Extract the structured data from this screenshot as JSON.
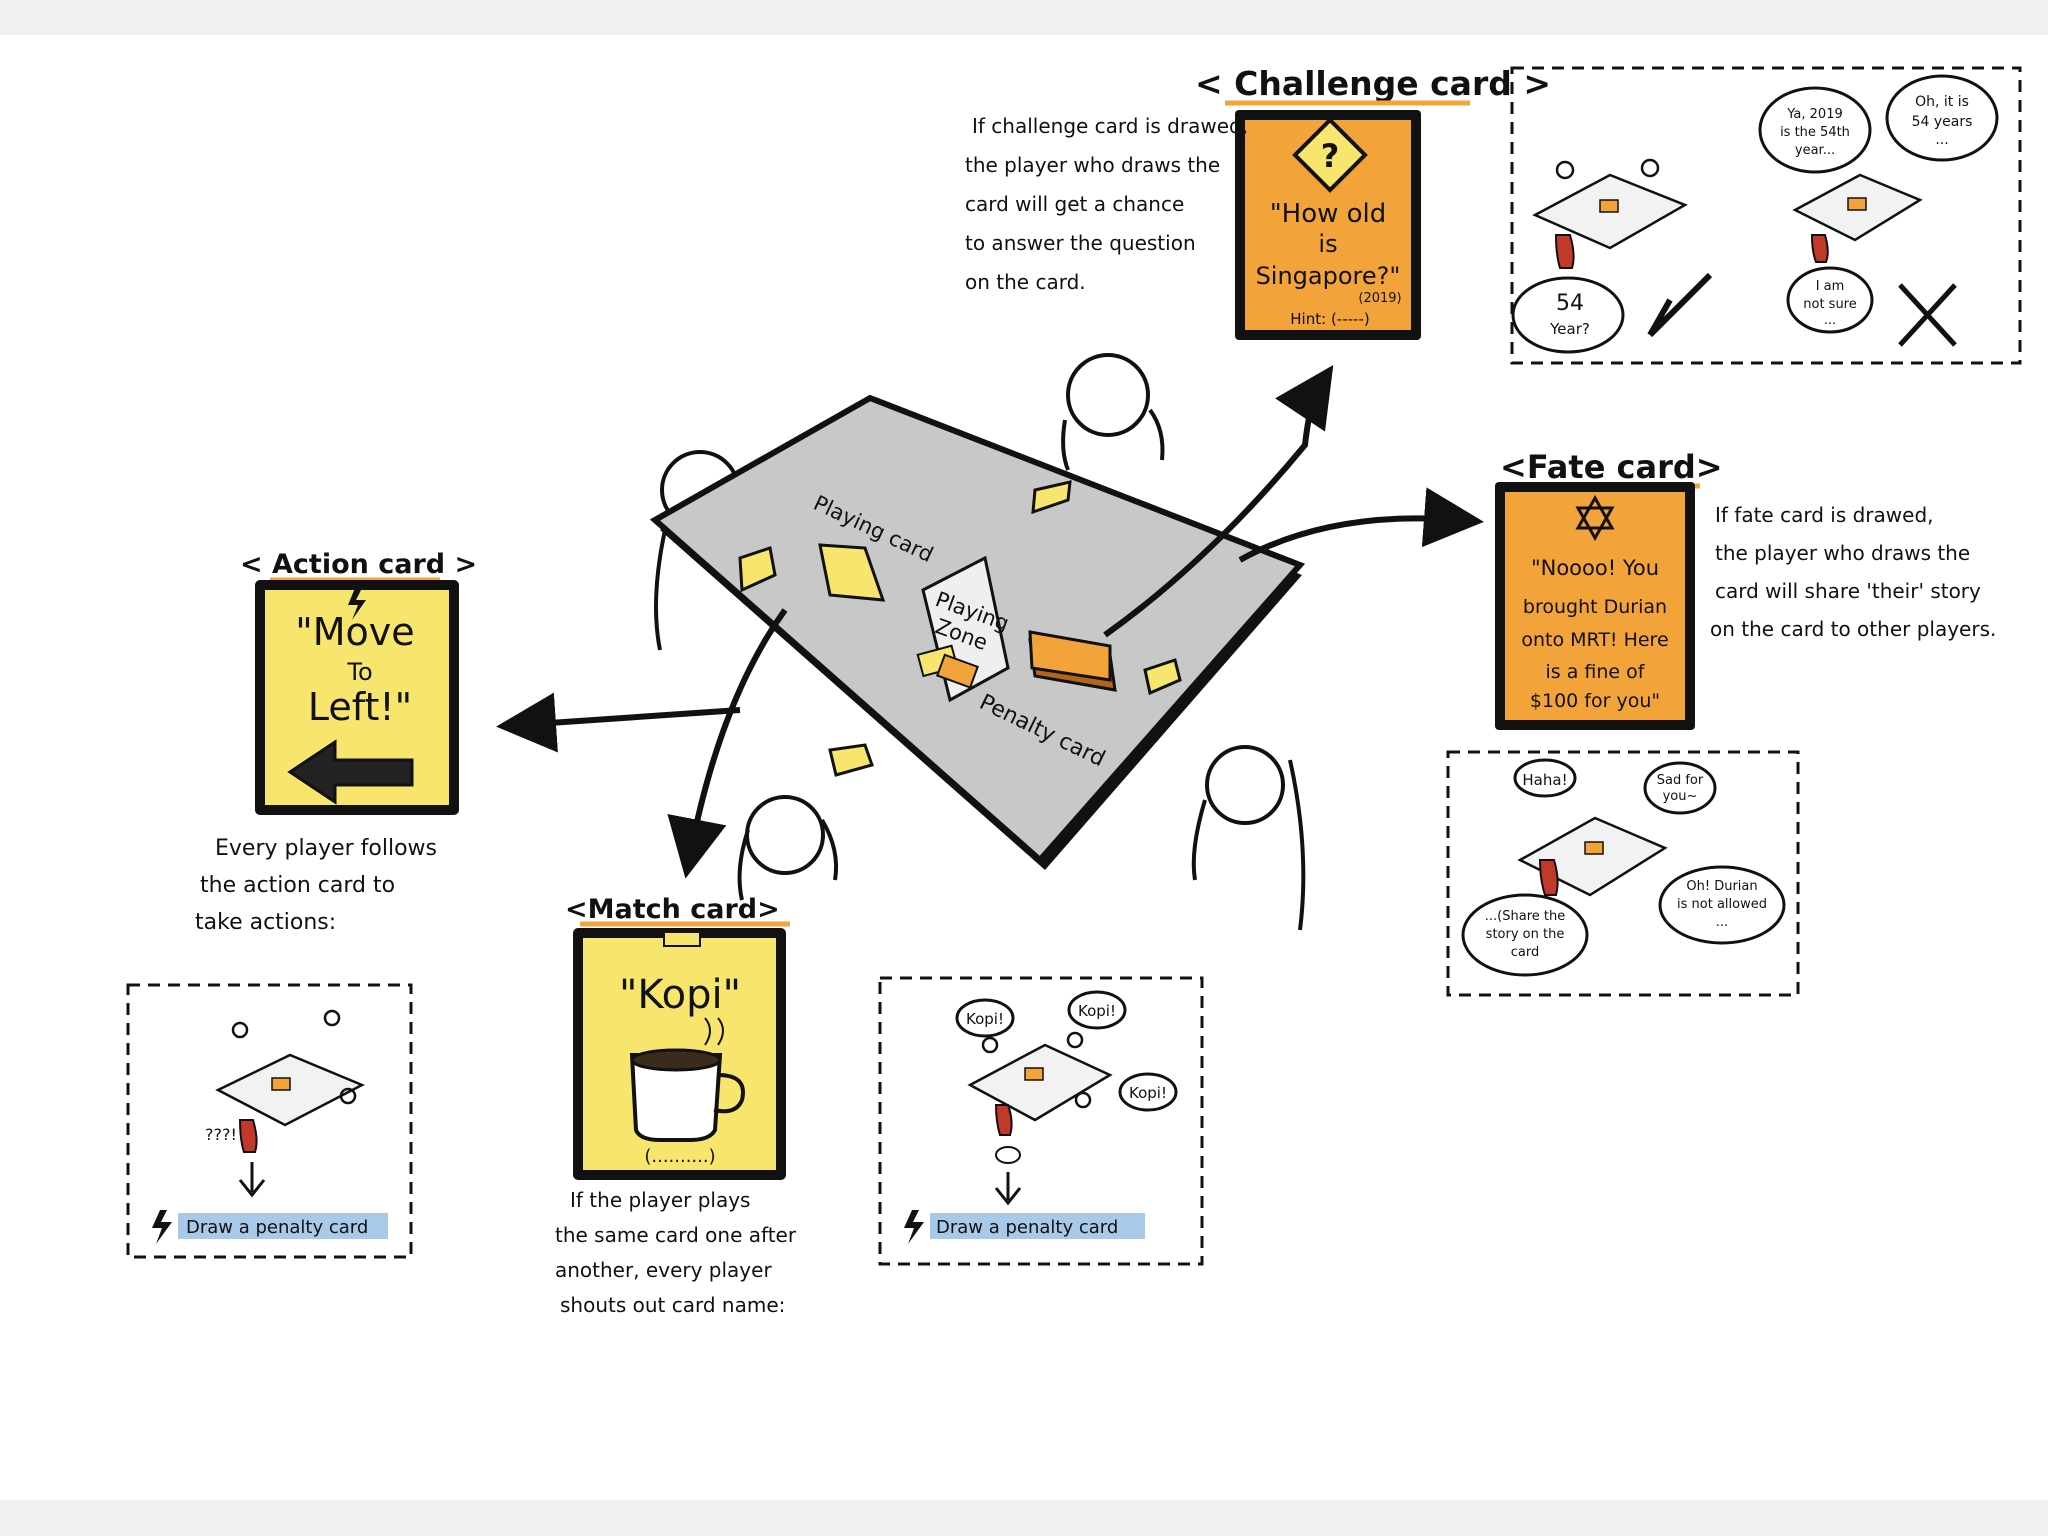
{
  "colors": {
    "yellow_card": "#f7e56e",
    "orange_card": "#f2a33a",
    "table": "#c8c8c8",
    "highlight_blue": "#a9c9e8",
    "label_underline": "#f2a33a",
    "ink": "#111111",
    "penalty_red": "#c0392b"
  },
  "table": {
    "playing_card_label": "Playing card",
    "playing_zone_label_1": "Playing",
    "playing_zone_label_2": "Zone",
    "penalty_card_label": "Penalty card"
  },
  "challenge": {
    "heading": "< Challenge card >",
    "card_q1": "\"How old",
    "card_q2": "is",
    "card_q3": "Singapore?\"",
    "card_year": "(2019)",
    "card_hint": "Hint: (-----)",
    "description": [
      "If challenge card is drawed,",
      "the player who draws the",
      "card will get a chance",
      "to answer the question",
      "on the card."
    ],
    "scene": {
      "left_answer_1": "54",
      "left_answer_2": "Year?",
      "right_answer_1": "I am",
      "right_answer_2": "not sure",
      "right_answer_3": "...",
      "bubble_a_1": "Ya, 2019",
      "bubble_a_2": "is the 54th",
      "bubble_a_3": "year...",
      "bubble_b_1": "Oh, it is",
      "bubble_b_2": "54 years",
      "bubble_b_3": "..."
    }
  },
  "fate": {
    "heading": "<Fate card>",
    "card_lines": [
      "\"Noooo! You",
      "brought Durian",
      "onto MRT! Here",
      "is a fine of",
      "$100 for you\""
    ],
    "description": [
      "If fate card is drawed,",
      "the player who draws the",
      "card will share 'their' story",
      "on the card to other players."
    ],
    "scene": {
      "bubble_haha": "Haha!",
      "bubble_sad_1": "Sad for",
      "bubble_sad_2": "you~",
      "bubble_story_1": "...(Share the",
      "bubble_story_2": "story on the",
      "bubble_story_3": "card",
      "bubble_durian_1": "Oh! Durian",
      "bubble_durian_2": "is not allowed",
      "bubble_durian_3": "..."
    }
  },
  "action": {
    "heading": "< Action card >",
    "card_line_1": "\"Move",
    "card_line_2": "To",
    "card_line_3": "Left!\"",
    "description": [
      "Every player follows",
      "the action card to",
      "take actions:"
    ],
    "scene_confused": "???!",
    "penalty": "Draw a penalty card"
  },
  "match": {
    "heading": "<Match card>",
    "card_word": "\"Kopi\"",
    "card_blank": "(..........)",
    "description": [
      "If the player plays",
      "the same card one after",
      "another, every player",
      "shouts out card name:"
    ],
    "scene_shout": "Kopi!",
    "penalty": "Draw a penalty card"
  }
}
